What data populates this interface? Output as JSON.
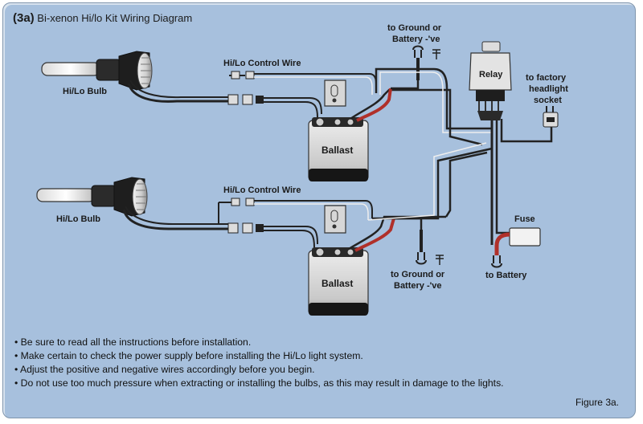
{
  "title": {
    "number": "(3a)",
    "text": " Bi-xenon Hi/lo Kit Wiring Diagram"
  },
  "labels": {
    "top_bulb": "Hi/Lo Bulb",
    "bottom_bulb": "Hi/Lo Bulb",
    "top_control_wire": "Hi/Lo Control Wire",
    "bottom_control_wire": "Hi/Lo Control Wire",
    "top_ballast": "Ballast",
    "bottom_ballast": "Ballast",
    "top_ground_line1": "to Ground or",
    "top_ground_line2": "Battery -'ve",
    "bottom_ground_line1": "to Ground or",
    "bottom_ground_line2": "Battery -'ve",
    "relay": "Relay",
    "headlight_line1": "to factory",
    "headlight_line2": "headlight",
    "headlight_line3": "socket",
    "fuse": "Fuse",
    "battery": "to Battery"
  },
  "notes": [
    "Be sure to read all the instructions before installation.",
    "Make certain to check the power supply before installing the Hi/Lo light system.",
    "Adjust the positive and negative wires accordingly before you begin.",
    "Do not use too much pressure when extracting or installing the bulbs, as this may result in damage to the lights."
  ],
  "figure_label": "Figure 3a.",
  "colors": {
    "background": "#a7c0dd",
    "positive_wire": "#b0302a",
    "wire": "#2a2a2a"
  }
}
